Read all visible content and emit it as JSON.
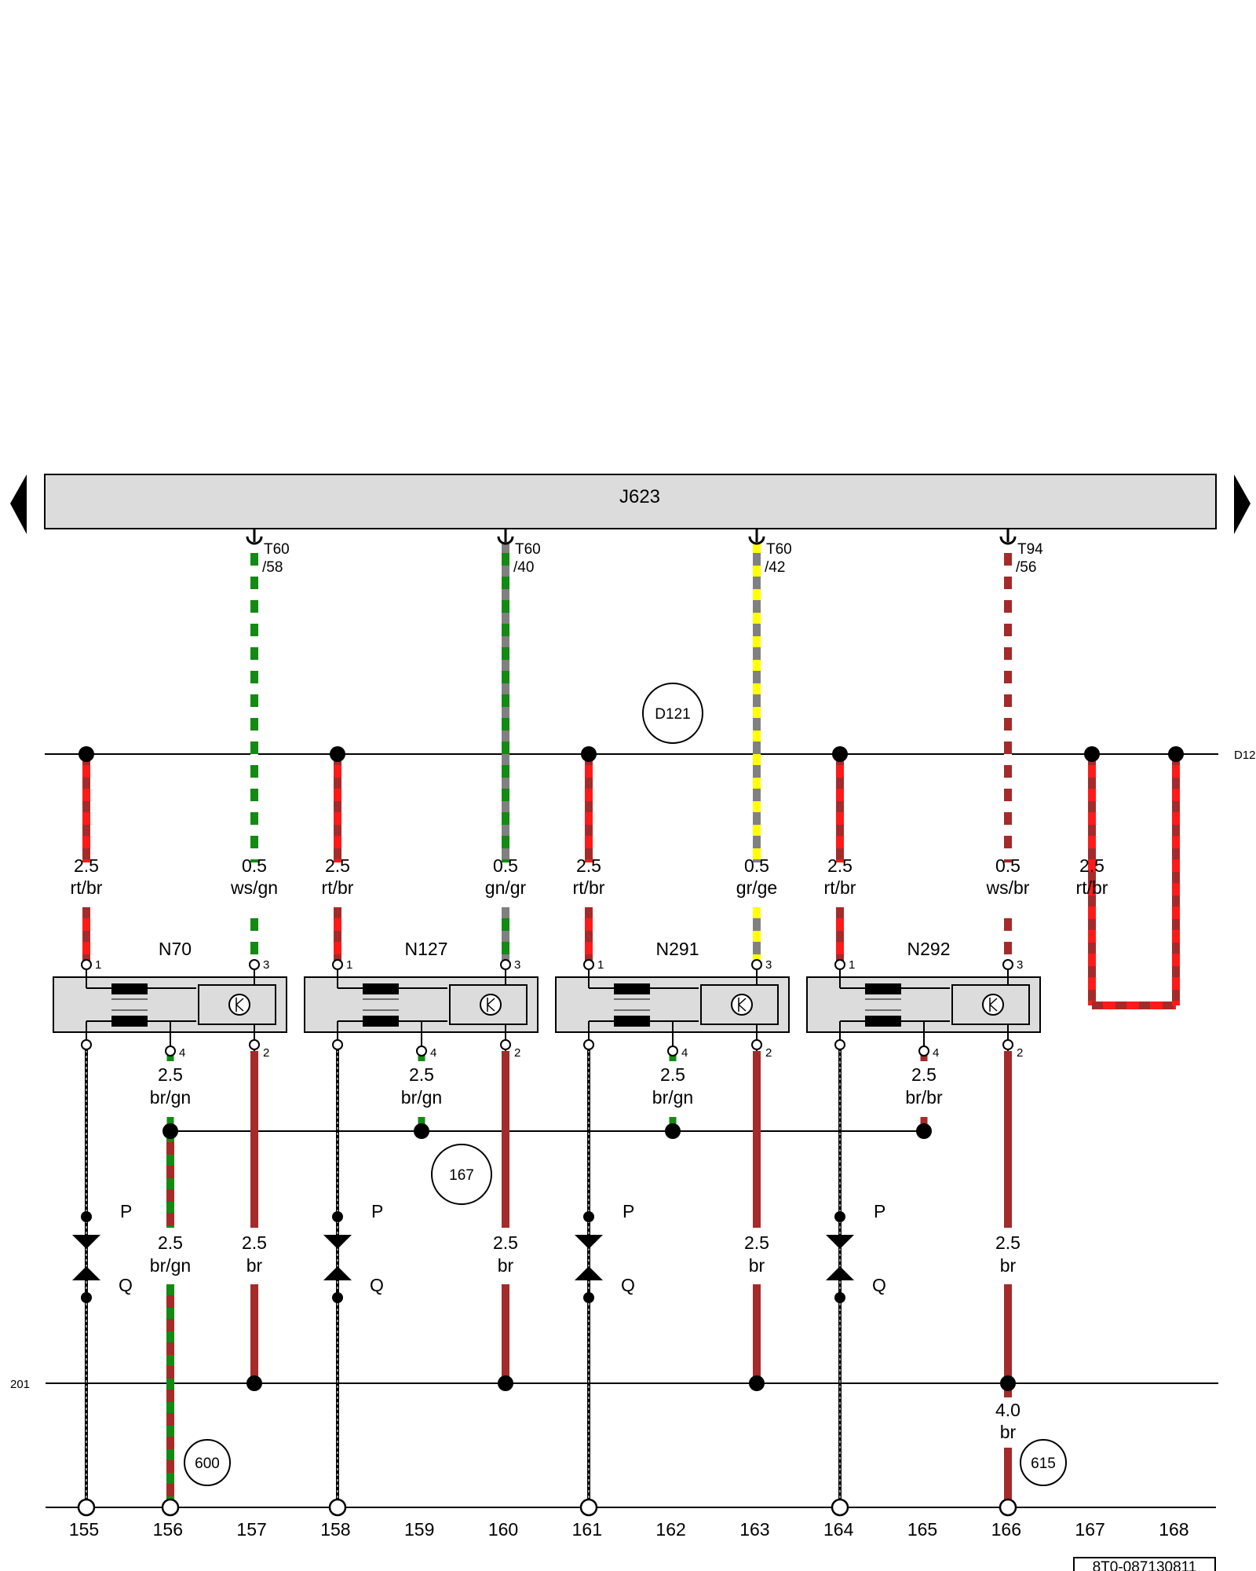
{
  "control_unit": {
    "label": "J623",
    "pins": [
      {
        "conn": "T60",
        "pin": "/58"
      },
      {
        "conn": "T60",
        "pin": "/40"
      },
      {
        "conn": "T60",
        "pin": "/42"
      },
      {
        "conn": "T94",
        "pin": "/56"
      }
    ]
  },
  "bus_labels": {
    "top_ref": "D121",
    "top_edge": "D12",
    "bottom_edge": "201",
    "mid_ref": "167"
  },
  "upper_wires": [
    {
      "gauge": "2.5",
      "color": "rt/br"
    },
    {
      "gauge": "0.5",
      "color": "ws/gn"
    },
    {
      "gauge": "2.5",
      "color": "rt/br"
    },
    {
      "gauge": "0.5",
      "color": "gn/gr"
    },
    {
      "gauge": "2.5",
      "color": "rt/br"
    },
    {
      "gauge": "0.5",
      "color": "gr/ge"
    },
    {
      "gauge": "2.5",
      "color": "rt/br"
    },
    {
      "gauge": "0.5",
      "color": "ws/br"
    },
    {
      "gauge": "2.5",
      "color": "rt/br"
    }
  ],
  "coils": [
    {
      "label": "N70",
      "p1": "1",
      "p2": "2",
      "p3": "3",
      "p4": "4",
      "wire4_gauge": "2.5",
      "wire4_color": "br/gn"
    },
    {
      "label": "N127",
      "p1": "1",
      "p2": "2",
      "p3": "3",
      "p4": "4",
      "wire4_gauge": "2.5",
      "wire4_color": "br/gn"
    },
    {
      "label": "N291",
      "p1": "1",
      "p2": "2",
      "p3": "3",
      "p4": "4",
      "wire4_gauge": "2.5",
      "wire4_color": "br/gn"
    },
    {
      "label": "N292",
      "p1": "1",
      "p2": "2",
      "p3": "3",
      "p4": "4",
      "wire4_gauge": "2.5",
      "wire4_color": "br/br"
    }
  ],
  "lower_wires": [
    {
      "gauge": "2.5",
      "color": "br/gn"
    },
    {
      "gauge": "2.5",
      "color": "br"
    },
    {
      "gauge": "2.5",
      "color": "br"
    },
    {
      "gauge": "2.5",
      "color": "br"
    },
    {
      "gauge": "2.5",
      "color": "br"
    }
  ],
  "ground_wire": {
    "gauge": "4.0",
    "color": "br"
  },
  "connectors": {
    "top": "P",
    "bottom": "Q"
  },
  "grounds": [
    "600",
    "615"
  ],
  "columns": [
    "155",
    "156",
    "157",
    "158",
    "159",
    "160",
    "161",
    "162",
    "163",
    "164",
    "165",
    "166",
    "167",
    "168"
  ],
  "doc_id": "8T0-087130811",
  "wire_colors": {
    "red": "#ff1a1a",
    "brown": "#a52a2a",
    "green": "#138a13",
    "grey": "#808080",
    "yellow": "#ffff00",
    "white": "#ffffff"
  }
}
